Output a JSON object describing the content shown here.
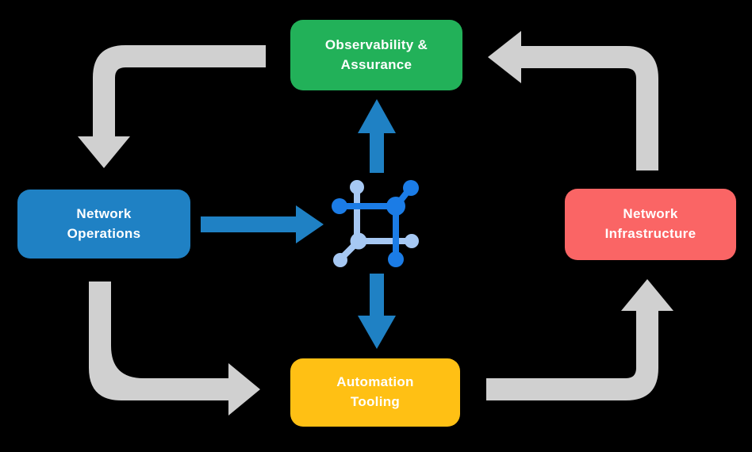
{
  "title": "Network automation lifecycle diagram",
  "colors": {
    "background": "#000000",
    "node_green": "#22B159",
    "node_blue": "#1F81C4",
    "node_red": "#FA6565",
    "node_yellow": "#FFC014",
    "arrow_gray": "#D0D0D0",
    "arrow_blue": "#1F81C4",
    "icon_bright_blue": "#1B7CE6",
    "icon_light_blue": "#A6C8F3",
    "label_text": "#FFFFFF"
  },
  "nodes": {
    "observability": {
      "label": "Observability &\nAssurance",
      "color": "#22B159"
    },
    "operations": {
      "label": "Network\nOperations",
      "color": "#1F81C4"
    },
    "infrastructure": {
      "label": "Network\nInfrastructure",
      "color": "#FA6565"
    },
    "automation": {
      "label": "Automation\nTooling",
      "color": "#FFC014"
    }
  },
  "center_icon": {
    "name": "network-mesh-icon",
    "colors": [
      "#1B7CE6",
      "#A6C8F3"
    ]
  },
  "arrows": {
    "gray_cycle": [
      {
        "from": "Observability & Assurance",
        "to": "Network Operations",
        "direction": "left-then-down"
      },
      {
        "from": "Network Infrastructure",
        "to": "Observability & Assurance",
        "direction": "up-then-left"
      },
      {
        "from": "Network Operations",
        "to": "Automation Tooling",
        "direction": "down-then-right"
      },
      {
        "from": "Automation Tooling",
        "to": "Network Infrastructure",
        "direction": "right-then-up"
      }
    ],
    "blue_straight": [
      {
        "from": "Network Operations",
        "to": "center-icon",
        "direction": "right"
      },
      {
        "from": "center-icon",
        "to": "Observability & Assurance",
        "direction": "up"
      },
      {
        "from": "center-icon",
        "to": "Automation Tooling",
        "direction": "down"
      }
    ]
  }
}
